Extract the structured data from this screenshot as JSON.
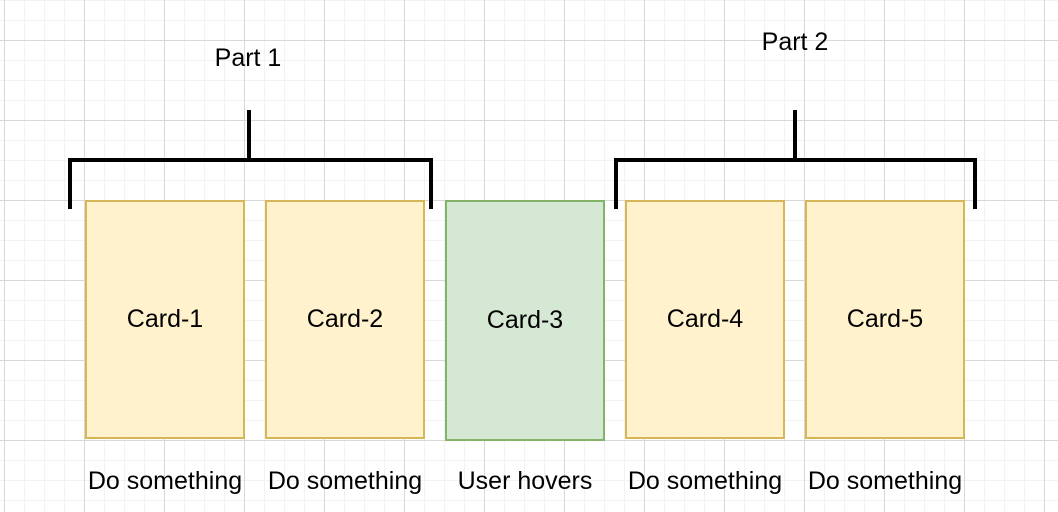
{
  "diagram": {
    "background_color": "#ffffff",
    "grid": {
      "minor_line_color": "#f2f2f2",
      "major_line_color": "#d8d8d8"
    },
    "line_color": "#000000",
    "text_color": "#000000",
    "groups": [
      {
        "label": "Part 1"
      },
      {
        "label": "Part 2"
      }
    ],
    "cards": [
      {
        "label": "Card-1",
        "caption": "Do something",
        "fill": "#fff2cc",
        "border": "#d6b656",
        "highlighted": false
      },
      {
        "label": "Card-2",
        "caption": "Do something",
        "fill": "#fff2cc",
        "border": "#d6b656",
        "highlighted": false
      },
      {
        "label": "Card-3",
        "caption": "User hovers",
        "fill": "#d5e8d4",
        "border": "#82b366",
        "highlighted": true,
        "icon": "mouse-pointer"
      },
      {
        "label": "Card-4",
        "caption": "Do something",
        "fill": "#fff2cc",
        "border": "#d6b656",
        "highlighted": false
      },
      {
        "label": "Card-5",
        "caption": "Do something",
        "fill": "#fff2cc",
        "border": "#d6b656",
        "highlighted": false
      }
    ]
  }
}
